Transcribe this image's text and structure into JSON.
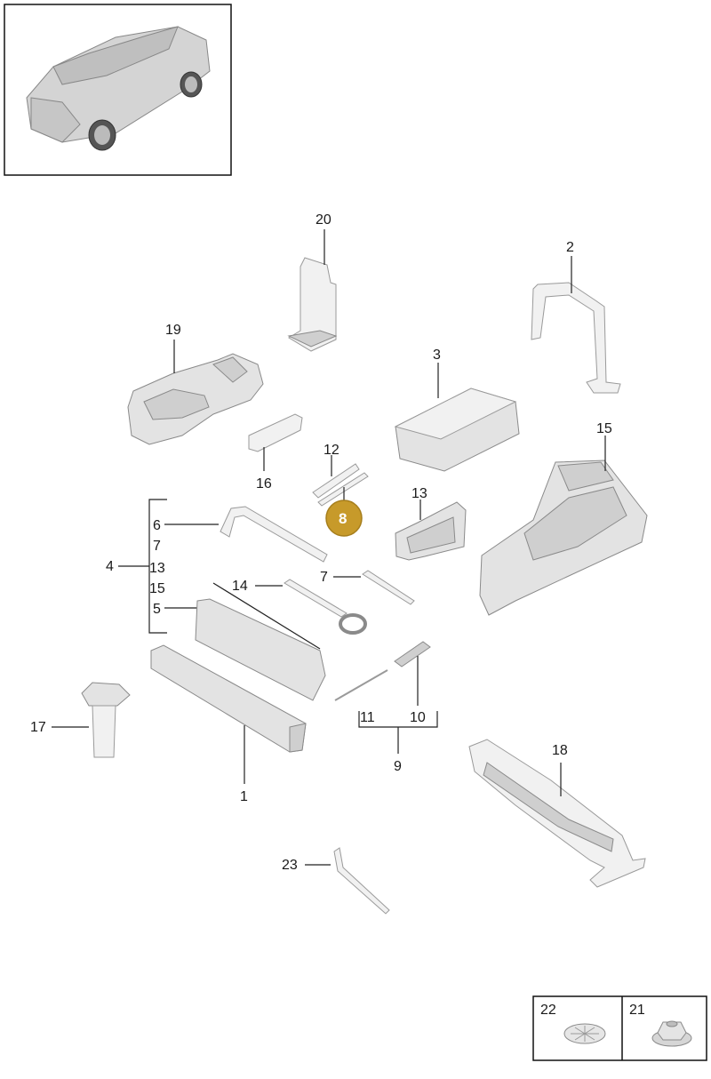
{
  "title": "",
  "highlight_color": "#c79a2a",
  "callouts": {
    "c1": "1",
    "c2": "2",
    "c3": "3",
    "c4": "4",
    "c5": "5",
    "c6": "6",
    "c7a": "7",
    "c7b": "7",
    "c8": "8",
    "c9": "9",
    "c10": "10",
    "c11": "11",
    "c12": "12",
    "c13a": "13",
    "c13b": "13",
    "c14": "14",
    "c15a": "15",
    "c15b": "15",
    "c16": "16",
    "c17": "17",
    "c18": "18",
    "c19": "19",
    "c20": "20",
    "c21": "21",
    "c22": "22",
    "c23": "23"
  },
  "highlighted_part": "8"
}
